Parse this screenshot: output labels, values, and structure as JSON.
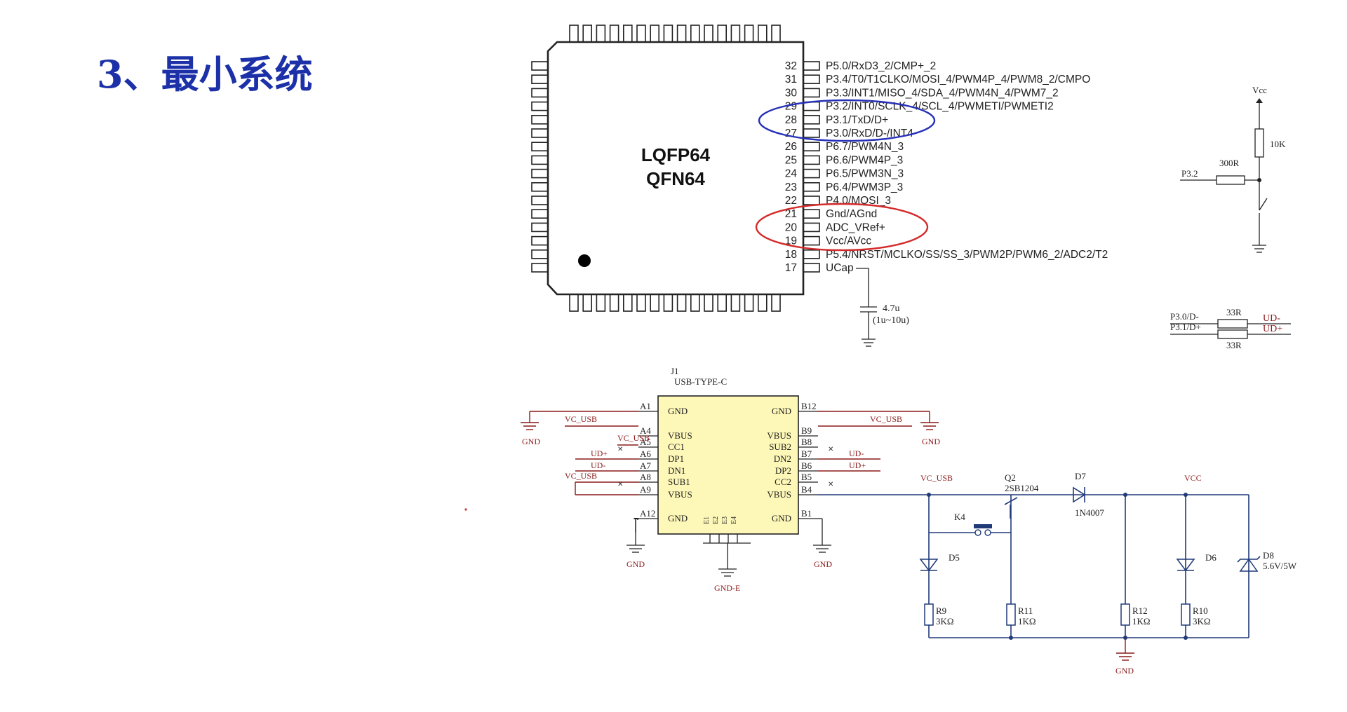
{
  "slide": {
    "title": "3、最小系统"
  },
  "mcu": {
    "package_line1": "LQFP64",
    "package_line2": "QFN64",
    "pins": [
      {
        "num": "32",
        "label": "P5.0/RxD3_2/CMP+_2"
      },
      {
        "num": "31",
        "label": "P3.4/T0/T1CLKO/MOSI_4/PWM4P_4/PWM8_2/CMPO"
      },
      {
        "num": "30",
        "label": "P3.3/INT1/MISO_4/SDA_4/PWM4N_4/PWM7_2"
      },
      {
        "num": "29",
        "label": "P3.2/INT0/SCLK_4/SCL_4/PWMETI/PWMETI2"
      },
      {
        "num": "28",
        "label": "P3.1/TxD/D+"
      },
      {
        "num": "27",
        "label": "P3.0/RxD/D-/INT4"
      },
      {
        "num": "26",
        "label": "P6.7/PWM4N_3"
      },
      {
        "num": "25",
        "label": "P6.6/PWM4P_3"
      },
      {
        "num": "24",
        "label": "P6.5/PWM3N_3"
      },
      {
        "num": "23",
        "label": "P6.4/PWM3P_3"
      },
      {
        "num": "22",
        "label": "P4.0/MOSI_3"
      },
      {
        "num": "21",
        "label": "Gnd/AGnd"
      },
      {
        "num": "20",
        "label": "ADC_VRef+"
      },
      {
        "num": "19",
        "label": "Vcc/AVcc"
      },
      {
        "num": "18",
        "label": "P5.4/NRST/MCLKO/SS/SS_3/PWM2P/PWM6_2/ADC2/T2"
      },
      {
        "num": "17",
        "label": "UCap"
      }
    ],
    "ucap": {
      "value": "4.7u",
      "range": "(1u~10u)"
    }
  },
  "key_circuit": {
    "vcc": "Vcc",
    "r_pullup": "10K",
    "r_series": "300R",
    "net": "P3.2"
  },
  "usb_resistors": {
    "net1": "P3.0/D-",
    "net2": "P3.1/D+",
    "r1": "33R",
    "r2": "33R",
    "out1": "UD-",
    "out2": "UD+"
  },
  "connector": {
    "ref": "J1",
    "part": "USB-TYPE-C",
    "left_pins": [
      {
        "pin": "A1",
        "name": "GND"
      },
      {
        "pin": "A4",
        "name": "VBUS"
      },
      {
        "pin": "A5",
        "name": "CC1"
      },
      {
        "pin": "A6",
        "name": "DP1"
      },
      {
        "pin": "A7",
        "name": "DN1"
      },
      {
        "pin": "A8",
        "name": "SUB1"
      },
      {
        "pin": "A9",
        "name": "VBUS"
      },
      {
        "pin": "A12",
        "name": "GND"
      }
    ],
    "right_pins": [
      {
        "pin": "B12",
        "name": "GND"
      },
      {
        "pin": "B9",
        "name": "VBUS"
      },
      {
        "pin": "B8",
        "name": "SUB2"
      },
      {
        "pin": "B7",
        "name": "DN2"
      },
      {
        "pin": "B6",
        "name": "DP2"
      },
      {
        "pin": "B5",
        "name": "CC2"
      },
      {
        "pin": "B4",
        "name": "VBUS"
      },
      {
        "pin": "B1",
        "name": "GND"
      }
    ],
    "bottom_pins": [
      "E1",
      "E2",
      "E3",
      "E4"
    ],
    "nets": {
      "gnd": "GND",
      "gnd_e": "GND-E",
      "vc_usb": "VC_USB",
      "ud_minus": "UD-",
      "ud_plus": "UD+"
    }
  },
  "power_circuit": {
    "vc_usb": "VC_USB",
    "vcc": "VCC",
    "gnd": "GND",
    "q2": {
      "ref": "Q2",
      "part": "2SB1204"
    },
    "d7": {
      "ref": "D7",
      "part": "1N4007"
    },
    "k4": "K4",
    "d5": "D5",
    "d6": "D6",
    "d8": {
      "ref": "D8",
      "value": "5.6V/5W"
    },
    "r9": {
      "ref": "R9",
      "value": "3KΩ"
    },
    "r11": {
      "ref": "R11",
      "value": "1KΩ"
    },
    "r12": {
      "ref": "R12",
      "value": "1KΩ"
    },
    "r10": {
      "ref": "R10",
      "value": "3KΩ"
    }
  },
  "colors": {
    "title": "#1c30a8",
    "blue_ellipse": "#2630b8",
    "red_ellipse": "#d42a2a",
    "net_label": "#8b1a1a",
    "connector_fill": "#fdf7b8"
  }
}
